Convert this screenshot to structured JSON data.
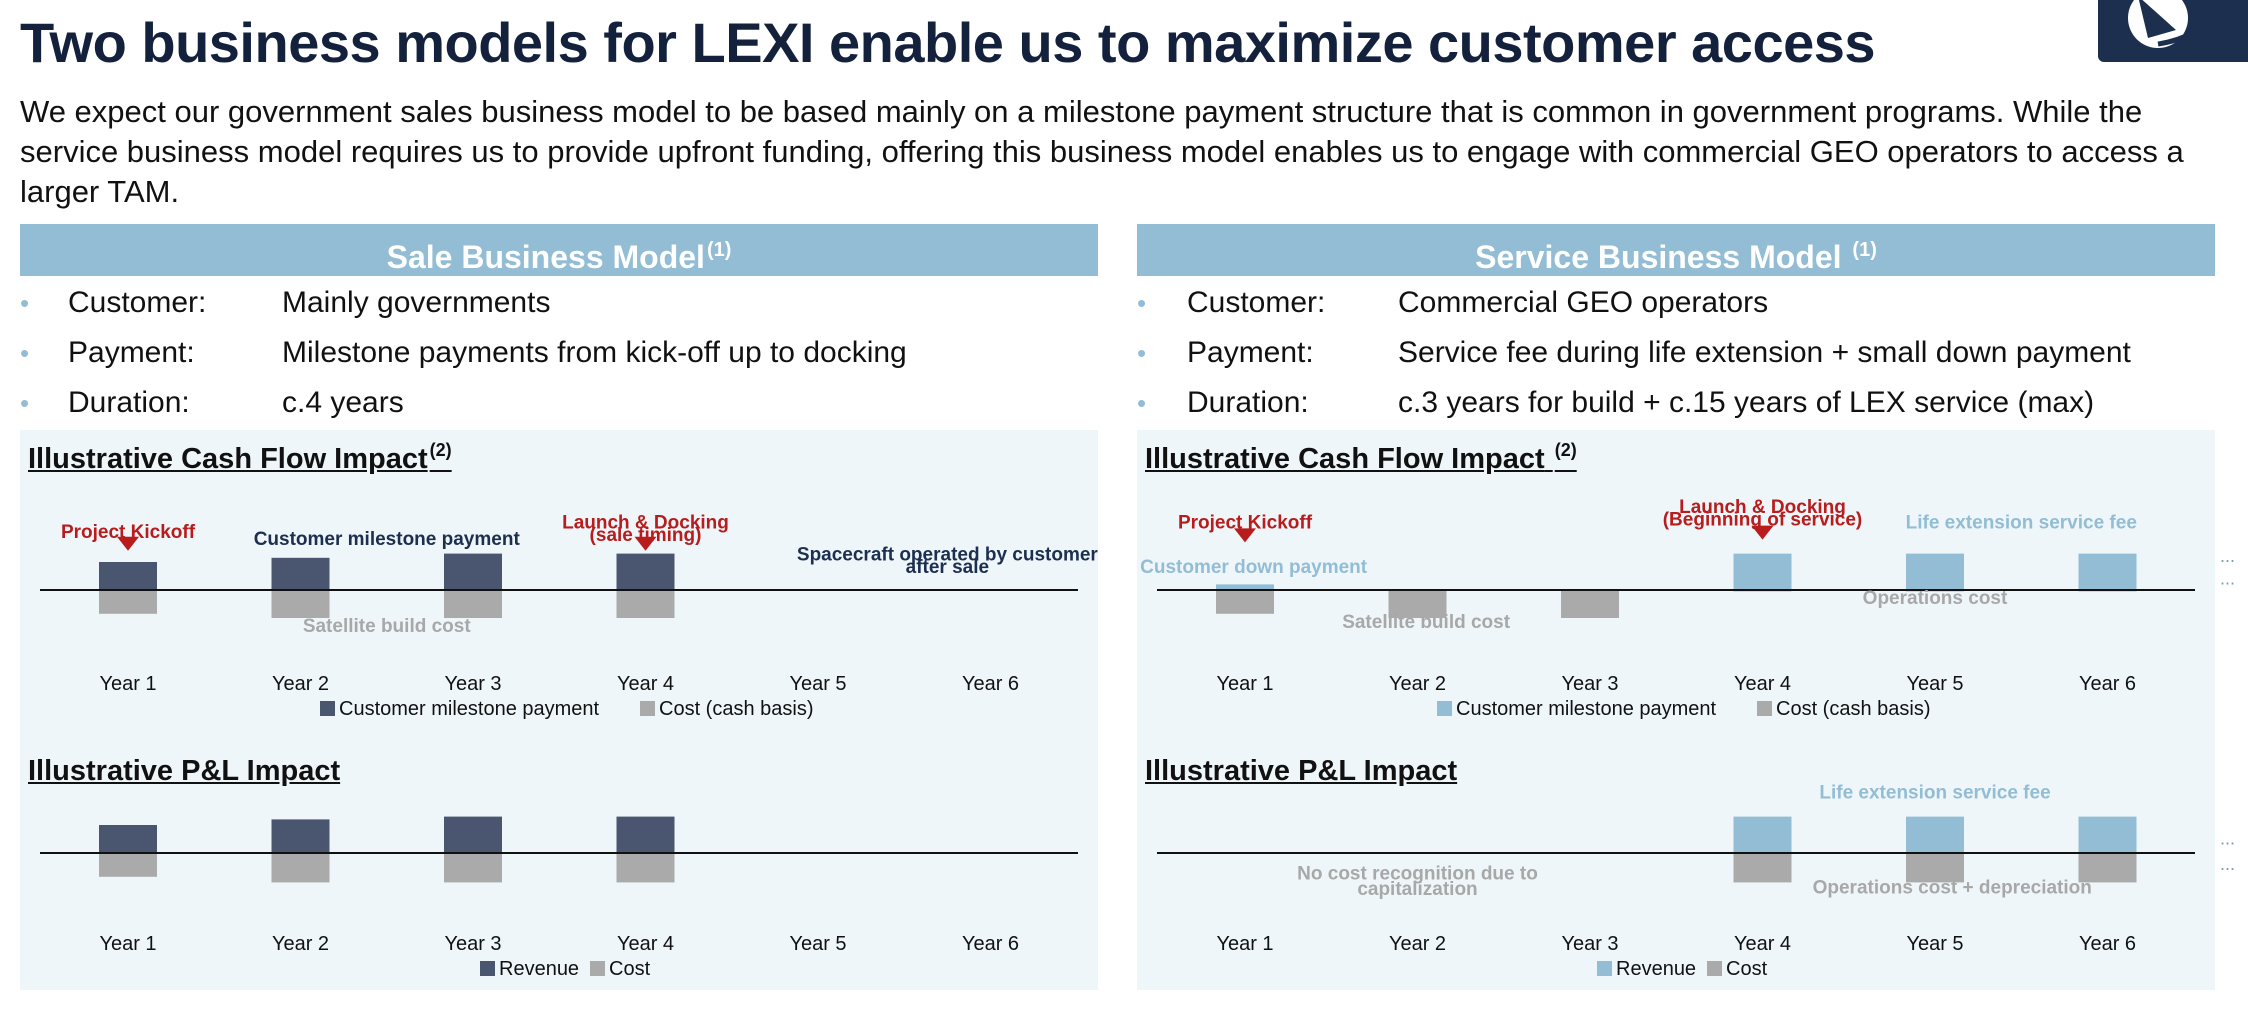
{
  "page": {
    "title": "Two business models for LEXI enable us to maximize customer access",
    "subtitle": "We expect our government sales business model to be based mainly on a milestone payment structure that is common in government programs. While the service business model requires us to provide upfront funding, offering this business model enables us to engage with commercial GEO operators to access a larger TAM."
  },
  "colors": {
    "header": "#93bdd4",
    "navy": "#4a5670",
    "gray": "#aaaaaa",
    "lightblue": "#93bdd4",
    "red": "#b81c1c",
    "annot_gray": "#a8a8a8"
  },
  "sale": {
    "header": "Sale Business Model",
    "header_note": "(1)",
    "bullets": [
      {
        "label": "Customer:",
        "value": "Mainly governments"
      },
      {
        "label": "Payment:",
        "value": "Milestone payments from kick-off up to docking"
      },
      {
        "label": "Duration:",
        "value": "c.4 years"
      }
    ],
    "cf_title": "Illustrative Cash Flow Impact",
    "cf_note": "(2)",
    "pl_title": "Illustrative P&L Impact"
  },
  "service": {
    "header": "Service Business Model",
    "header_note": "(1)",
    "bullets": [
      {
        "label": "Customer:",
        "value": "Commercial GEO operators"
      },
      {
        "label": "Payment:",
        "value": "Service fee during life extension + small down payment"
      },
      {
        "label": "Duration:",
        "value": "c.3 years for build + c.15 years of LEX service (max)"
      }
    ],
    "cf_title": "Illustrative Cash Flow Impact",
    "cf_note": "(2)",
    "pl_title": "Illustrative P&L Impact"
  },
  "chart_data": [
    {
      "id": "sale_cf",
      "type": "bar",
      "offset": 0,
      "categories": [
        "Year 1",
        "Year 2",
        "Year 3",
        "Year 4",
        "Year 5",
        "Year 6"
      ],
      "series": [
        {
          "name": "Customer milestone payment",
          "color": "navy",
          "values": [
            1.0,
            1.15,
            1.3,
            1.3,
            0,
            0
          ]
        },
        {
          "name": "Cost (cash basis)",
          "color": "gray",
          "values": [
            -0.85,
            -1.0,
            -1.0,
            -1.0,
            0,
            0
          ]
        }
      ],
      "ellipsis": [],
      "annotations": [
        {
          "text": "Project Kickoff",
          "style": "red",
          "cat": 0,
          "y": 1.85
        },
        {
          "text": "Customer milestone payment",
          "style": "navy",
          "cat": 1.5,
          "y": 1.6
        },
        {
          "text": "Launch & Docking",
          "style": "red",
          "cat": 3,
          "y": 2.2
        },
        {
          "text": "(sale timing)",
          "style": "red",
          "cat": 3,
          "y": 1.75
        },
        {
          "text": "Spacecraft operated by customer",
          "style": "navy",
          "cat": 4.75,
          "y": 1.05
        },
        {
          "text": "after sale",
          "style": "navy",
          "cat": 4.75,
          "y": 0.6
        },
        {
          "text": "Satellite build cost",
          "style": "grayt",
          "cat": 1.5,
          "y": -1.5
        }
      ],
      "markers": [
        {
          "cat": 0,
          "y": 1.4
        },
        {
          "cat": 3,
          "y": 1.4
        }
      ]
    },
    {
      "id": "sale_pl",
      "type": "bar",
      "offset": 0,
      "categories": [
        "Year 1",
        "Year 2",
        "Year 3",
        "Year 4",
        "Year 5",
        "Year 6"
      ],
      "series": [
        {
          "name": "Revenue",
          "color": "navy",
          "values": [
            1.0,
            1.2,
            1.3,
            1.3,
            0,
            0
          ]
        },
        {
          "name": "Cost",
          "color": "gray",
          "values": [
            -0.85,
            -1.05,
            -1.05,
            -1.05,
            0,
            0
          ]
        }
      ],
      "ellipsis": [],
      "annotations": [],
      "markers": []
    },
    {
      "id": "service_cf",
      "type": "bar",
      "offset": 0.5,
      "categories": [
        "Year 1",
        "Year 2",
        "Year 3",
        "Year 4",
        "Year 5",
        "Year 6"
      ],
      "series": [
        {
          "name": "Customer milestone payment",
          "color": "lightblue",
          "values": [
            0.2,
            0,
            0,
            1.3,
            1.3,
            1.3
          ]
        },
        {
          "name": "Cost (cash basis)",
          "color": "gray",
          "values": [
            -0.85,
            -1.0,
            -1.0,
            -0.05,
            -0.05,
            -0.05
          ]
        }
      ],
      "ellipsis": [
        {
          "cat": 6,
          "y": 1.0
        },
        {
          "cat": 6,
          "y": 0.2
        }
      ],
      "annotations": [
        {
          "text": "Project Kickoff",
          "style": "red",
          "cat": 0,
          "y": 2.2
        },
        {
          "text": "Customer down payment",
          "style": "lightt",
          "cat": 0.05,
          "y": 0.6
        },
        {
          "text": "Launch & Docking",
          "style": "red",
          "cat": 3,
          "y": 2.75
        },
        {
          "text": "(Beginning of service)",
          "style": "red",
          "cat": 3,
          "y": 2.3
        },
        {
          "text": "Life extension service fee",
          "style": "lightt",
          "cat": 4.5,
          "y": 2.2
        },
        {
          "text": "Operations cost",
          "style": "grayt",
          "cat": 4,
          "y": -0.5
        },
        {
          "text": "Satellite build cost",
          "style": "grayt",
          "cat": 1.05,
          "y": -1.35
        }
      ],
      "markers": [
        {
          "cat": 0,
          "y": 1.7
        },
        {
          "cat": 3,
          "y": 1.8
        }
      ]
    },
    {
      "id": "service_pl",
      "type": "bar",
      "offset": 0.5,
      "categories": [
        "Year 1",
        "Year 2",
        "Year 3",
        "Year 4",
        "Year 5",
        "Year 6"
      ],
      "series": [
        {
          "name": "Revenue",
          "color": "lightblue",
          "values": [
            0,
            0,
            0,
            1.3,
            1.3,
            1.3
          ]
        },
        {
          "name": "Cost",
          "color": "gray",
          "values": [
            0,
            0,
            0,
            -1.05,
            -1.05,
            -1.05
          ]
        }
      ],
      "ellipsis": [
        {
          "cat": 6,
          "y": 0.3
        },
        {
          "cat": 6,
          "y": -0.6
        }
      ],
      "annotations": [
        {
          "text": "Life extension service fee",
          "style": "lightt",
          "cat": 4,
          "y": 1.95
        },
        {
          "text": "No cost recognition due to",
          "style": "grayt",
          "cat": 1.0,
          "y": -0.95
        },
        {
          "text": "capitalization",
          "style": "grayt",
          "cat": 1.0,
          "y": -1.5
        },
        {
          "text": "Operations cost + depreciation",
          "style": "grayt",
          "cat": 4.1,
          "y": -1.45
        }
      ],
      "markers": []
    }
  ]
}
